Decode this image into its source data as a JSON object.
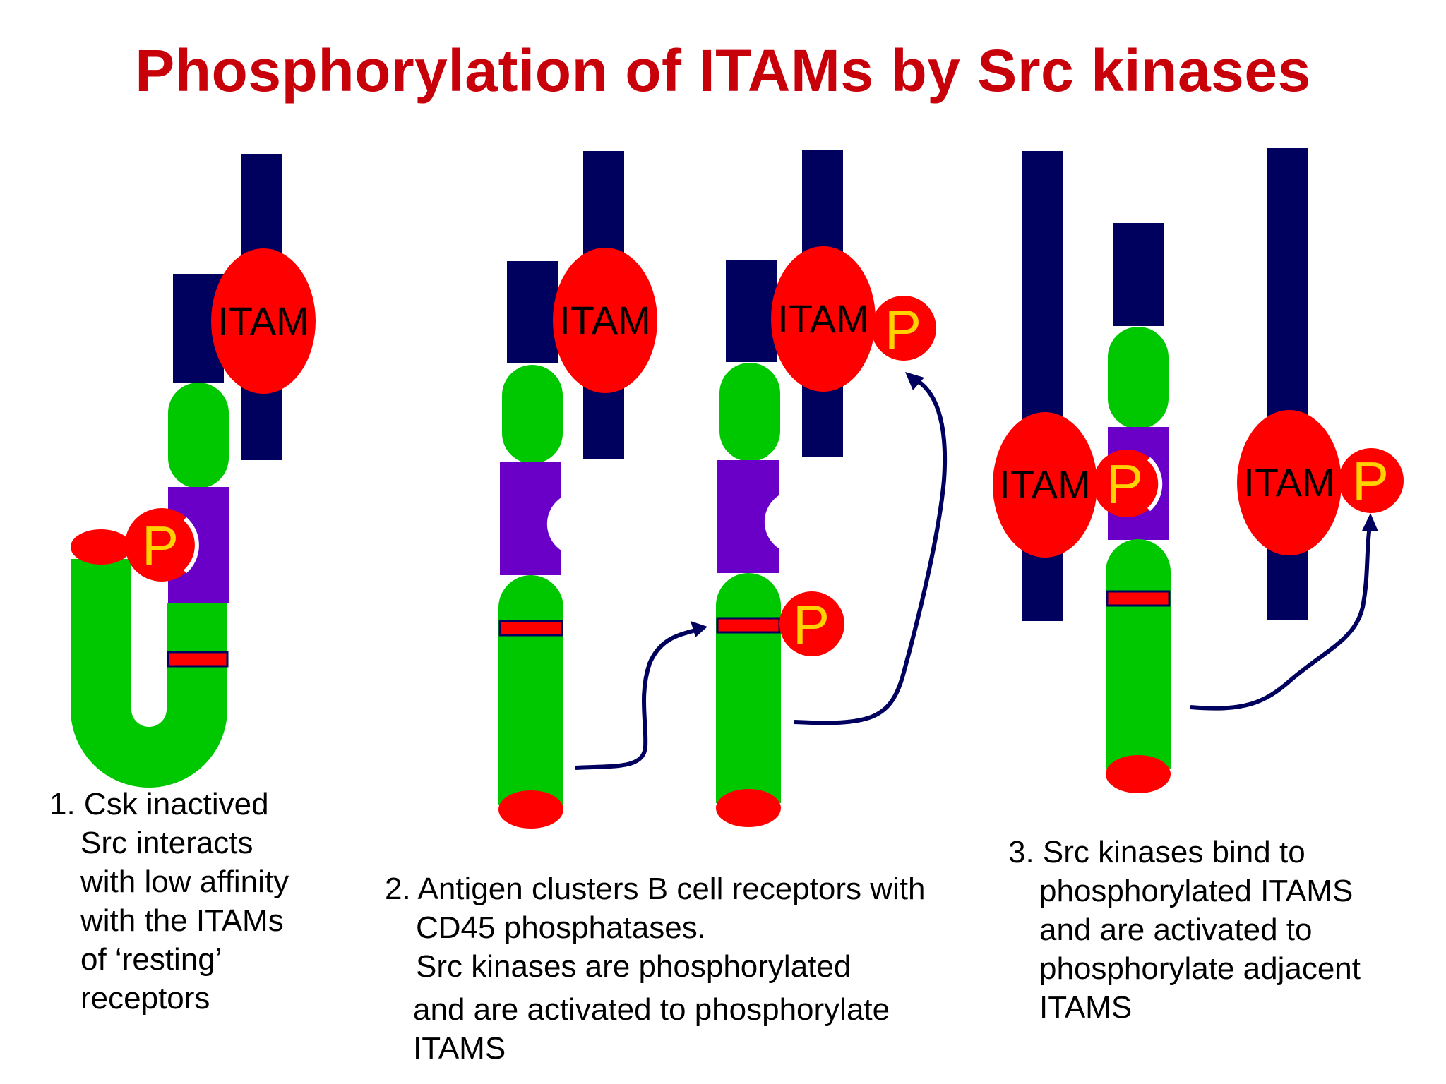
{
  "title": "Phosphorylation of ITAMs by Src kinases",
  "labels": {
    "itam": "ITAM",
    "phospho": "P"
  },
  "captions": {
    "step1": [
      "1. Csk inactived",
      "Src interacts",
      "with low affinity",
      "with the ITAMs",
      "of ‘resting’",
      "receptors"
    ],
    "step2": [
      "2. Antigen clusters B cell receptors with",
      "CD45 phosphatases.",
      "Src kinases are phosphorylated",
      "and are activated to phosphorylate",
      "ITAMS"
    ],
    "step3": [
      "3. Src kinases bind to",
      "phosphorylated ITAMS",
      "and are activated to",
      "phosphorylate adjacent",
      "ITAMS"
    ]
  },
  "colors": {
    "title": "#c8000a",
    "receptor": "#00005e",
    "itam": "#ff0000",
    "kinase_domain": "#00c800",
    "sh2_domain": "#6a00c8",
    "phosphate_text": "#ffd200",
    "arrow": "#00005e"
  }
}
